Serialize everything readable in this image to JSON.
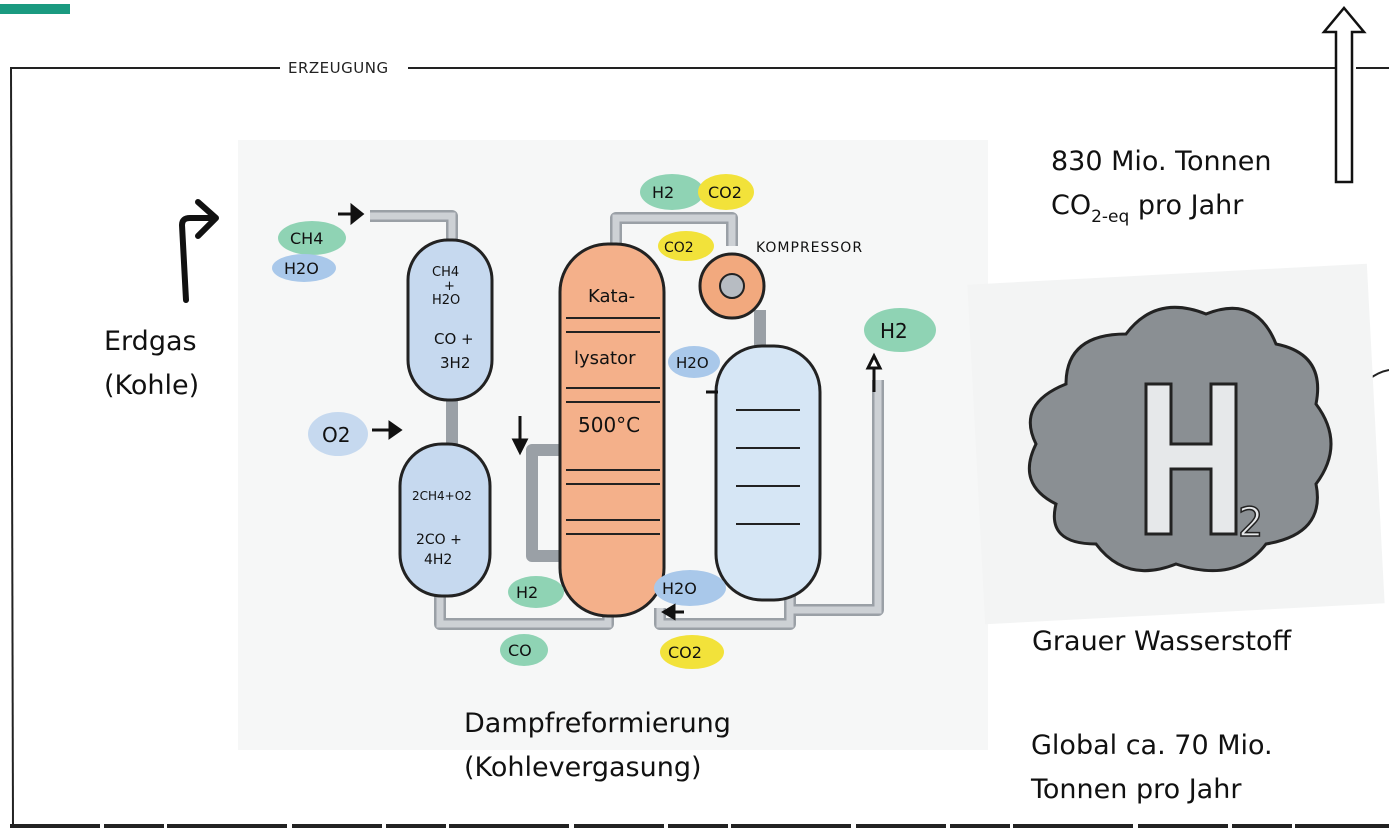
{
  "section": {
    "label": "ERZEUGUNG"
  },
  "input": {
    "line1": "Erdgas",
    "line2": "(Kohle)"
  },
  "output": {
    "line1": "830 Mio. Tonnen",
    "co2_main": "CO",
    "co2_sub": "2-eq",
    "co2_suffix": " pro Jahr"
  },
  "process": {
    "line1": "Dampfreformierung",
    "line2": "(Kohlevergasung)"
  },
  "product": {
    "label": "Grauer Wasserstoff",
    "cloud_letter": "H",
    "cloud_sub": "2"
  },
  "global": {
    "line1": "Global ca. 70 Mio.",
    "line2": "Tonnen pro Jahr"
  },
  "diagram": {
    "feed": {
      "ch4": "CH4",
      "h2o": "H2O",
      "o2": "O2"
    },
    "reactor1": {
      "l1": "CH4",
      "l2": "+",
      "l3": "H2O",
      "l4": "CO +",
      "l5": "3H2"
    },
    "reactor2": {
      "l1": "2CH4+O2",
      "l2": "2CO +",
      "l3": "4H2"
    },
    "catalyst": {
      "l1": "Kata-",
      "l2": "lysator",
      "l3": "500°C"
    },
    "top_gas": {
      "h2": "H2",
      "co2": "CO2",
      "co2b": "CO2"
    },
    "compressor": {
      "label": "KOMPRESSOR"
    },
    "h2o_in": "H2O",
    "h2_out": "H2",
    "bottom": {
      "h2": "H2",
      "co": "CO",
      "h2o": "H2O",
      "co2": "CO2"
    }
  },
  "colors": {
    "accent": "#1a9a80",
    "green": "#8fd3b4",
    "blue": "#a9c8ea",
    "yellow": "#f2e23a",
    "orange": "#f2a97e",
    "pipe": "#b7bcc2",
    "cloud": "#8a8f93"
  },
  "icons": [
    "arrow-up-icon",
    "hydrogen-cloud-icon",
    "arrow-right-up-icon"
  ]
}
